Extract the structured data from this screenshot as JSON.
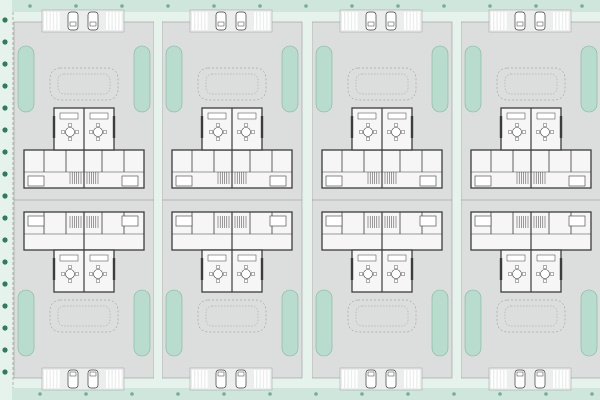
{
  "plan": {
    "units": [
      {
        "col": 0,
        "half": "top"
      },
      {
        "col": 0,
        "half": "bottom"
      },
      {
        "col": 1,
        "half": "top"
      },
      {
        "col": 1,
        "half": "bottom"
      },
      {
        "col": 2,
        "half": "top"
      },
      {
        "col": 2,
        "half": "bottom"
      },
      {
        "col": 3,
        "half": "top"
      },
      {
        "col": 3,
        "half": "bottom"
      }
    ],
    "colors": {
      "plot": "#dcdedd",
      "plot_light": "#eceeed",
      "landscape": "#cfe6dc",
      "landscape_strip": "#e6f2ec",
      "pool": "#b8dccd",
      "pool_stroke": "#7fb59f",
      "wall": "#3c3c3c",
      "floor": "#f6f6f6",
      "tree": "#2f7d5a",
      "line": "#8a8a8a",
      "stripe": "#ffffff"
    }
  }
}
